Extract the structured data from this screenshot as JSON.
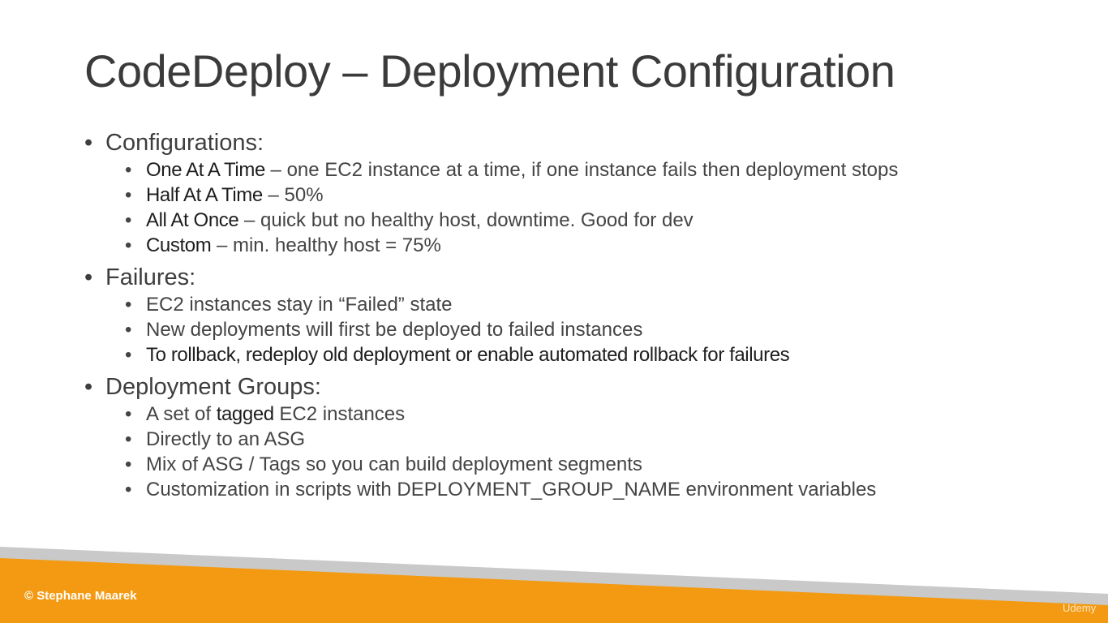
{
  "slide": {
    "title": "CodeDeploy – Deployment Configuration"
  },
  "sections": [
    {
      "heading": "Configurations:",
      "items": [
        {
          "strong": "One At A Time",
          "rest": " – one EC2 instance at a time, if one instance fails then deployment stops"
        },
        {
          "strong": "Half At A Time",
          "rest": " – 50%"
        },
        {
          "strong": "All At Once",
          "rest": " – quick but no healthy host, downtime. Good for dev"
        },
        {
          "strong": "Custom",
          "rest": " – min. healthy host = 75%"
        }
      ]
    },
    {
      "heading": "Failures:",
      "items": [
        {
          "text": "EC2 instances stay in “Failed” state"
        },
        {
          "text": "New deployments will first be deployed to failed instances"
        },
        {
          "strong": "To rollback, redeploy old deployment or enable automated rollback for failures"
        }
      ]
    },
    {
      "heading": "Deployment Groups:",
      "items": [
        {
          "pre": "A set of ",
          "strong": "tagged",
          "post": " EC2 instances"
        },
        {
          "text": "Directly to an ASG"
        },
        {
          "text": "Mix of ASG / Tags so you can build deployment segments"
        },
        {
          "text": "Customization in scripts with DEPLOYMENT_GROUP_NAME environment variables"
        }
      ]
    }
  ],
  "bullet_char": "•",
  "footer": {
    "copyright": "© Stephane Maarek",
    "watermark": "Udemy"
  },
  "colors": {
    "accent_orange": "#f39a12",
    "footer_grey": "#c9c9c9",
    "title_text": "#3b3b3b"
  }
}
